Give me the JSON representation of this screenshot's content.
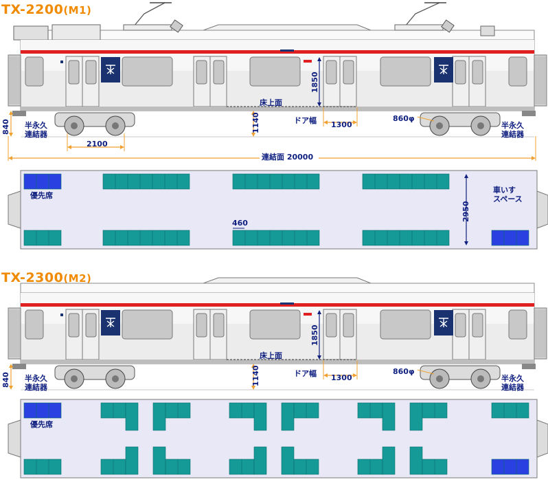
{
  "colors": {
    "dim_orange": "#f0a030",
    "dim_navy": "#102080",
    "body_stripe": "#e02020",
    "seat_teal": "#169a98",
    "priority_seat": "#2a40e0",
    "floor": "#e8e8f6",
    "logo_panel": "#1a3370"
  },
  "cars": [
    {
      "title_main": "TX-2200",
      "title_sub": "(M1)",
      "side": {
        "floor_label": "床上面",
        "dim_1850": "1850",
        "dim_1140": "1140",
        "door_width_label": "ドア幅",
        "dim_1300": "1300",
        "wheel_label": "860φ",
        "coupler_left": "半永久\n連結器",
        "coupler_right": "半永久\n連結器",
        "dim_840": "840",
        "dim_2100": "2100",
        "overall_label": "連結面 20000"
      },
      "plan": {
        "priority_label": "優先席",
        "wheelchair_label": "車いす\nスペース",
        "dim_460": "460",
        "dim_2950": "2950"
      }
    },
    {
      "title_main": "TX-2300",
      "title_sub": "(M2)",
      "side": {
        "floor_label": "床上面",
        "dim_1850": "1850",
        "dim_1140": "1140",
        "door_width_label": "ドア幅",
        "dim_1300": "1300",
        "wheel_label": "860φ",
        "coupler_left": "半永久\n連結器",
        "coupler_right": "半永久\n連結器",
        "dim_840": "840"
      },
      "plan": {
        "priority_label": "優先席"
      }
    }
  ]
}
